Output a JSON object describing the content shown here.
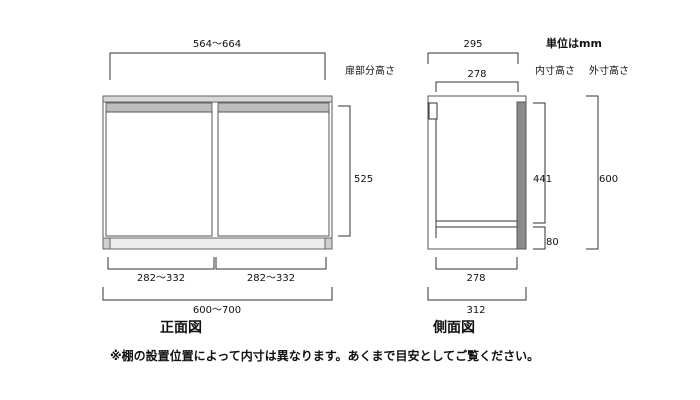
{
  "unit": "単位はmm",
  "front": {
    "width_top": "564～664",
    "door_height_label": "扉部分高さ",
    "door_height": "525",
    "door_left": "282～332",
    "door_right": "282～332",
    "width_bottom": "600～700",
    "caption": "正面図"
  },
  "side": {
    "depth_top": "295",
    "inner_top": "278",
    "inner_height_label": "内寸高さ",
    "outer_height_label": "外寸高さ",
    "inner_height": "441",
    "base_height": "80",
    "outer_height": "600",
    "inner_bottom": "278",
    "depth_bottom": "312",
    "caption": "側面図"
  },
  "note": "※棚の設置位置によって内寸は異なります。あくまで目安としてご覧ください。"
}
